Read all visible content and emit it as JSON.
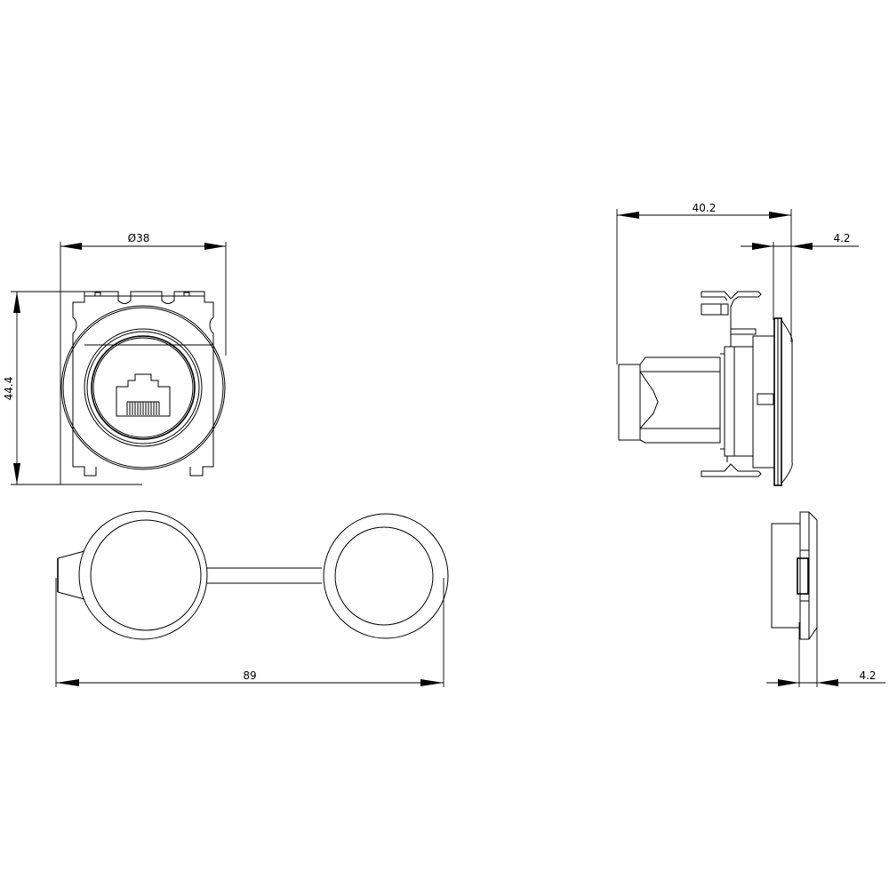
{
  "drawing": {
    "type": "technical drawing",
    "subject": "RJ45 panel-mount connector with dust cap",
    "views": {
      "front": {
        "dimensions": {
          "diameter": "Ø38",
          "height": "44.4"
        },
        "features": [
          "mounting-frame",
          "bezel-ring",
          "rj45-socket"
        ]
      },
      "side": {
        "dimensions": {
          "depth": "40.2",
          "bezel_thickness": "4.2"
        }
      },
      "dust_cap": {
        "dimensions": {
          "length": "89"
        }
      },
      "cap_side": {
        "dimensions": {
          "thickness": "4.2"
        }
      }
    }
  }
}
